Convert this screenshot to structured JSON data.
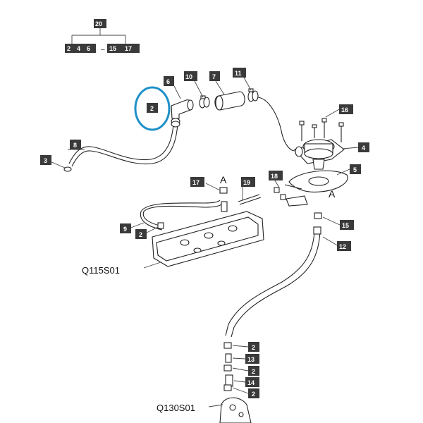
{
  "diagram": {
    "index_header": "20",
    "index_items": [
      "2",
      "4",
      "6",
      "15",
      "17"
    ],
    "index_separator": "–",
    "callouts": {
      "c2_highlight": "2",
      "c6": "6",
      "c10": "10",
      "c7": "7",
      "c11": "11",
      "c16": "16",
      "c4": "4",
      "c5": "5",
      "c18": "18",
      "c8": "8",
      "c3": "3",
      "c17": "17",
      "c19": "19",
      "c9": "9",
      "c2_mid": "2",
      "c15": "15",
      "c12": "12",
      "c2_low1": "2",
      "c13": "13",
      "c2_low2": "2",
      "c14": "14",
      "c2_low3": "2"
    },
    "ref_letter_top": "A",
    "ref_letter_side": "A",
    "assembly_labels": {
      "cover": "Q115S01",
      "lower": "Q130S01"
    },
    "highlight_color": "#1e90c8"
  }
}
